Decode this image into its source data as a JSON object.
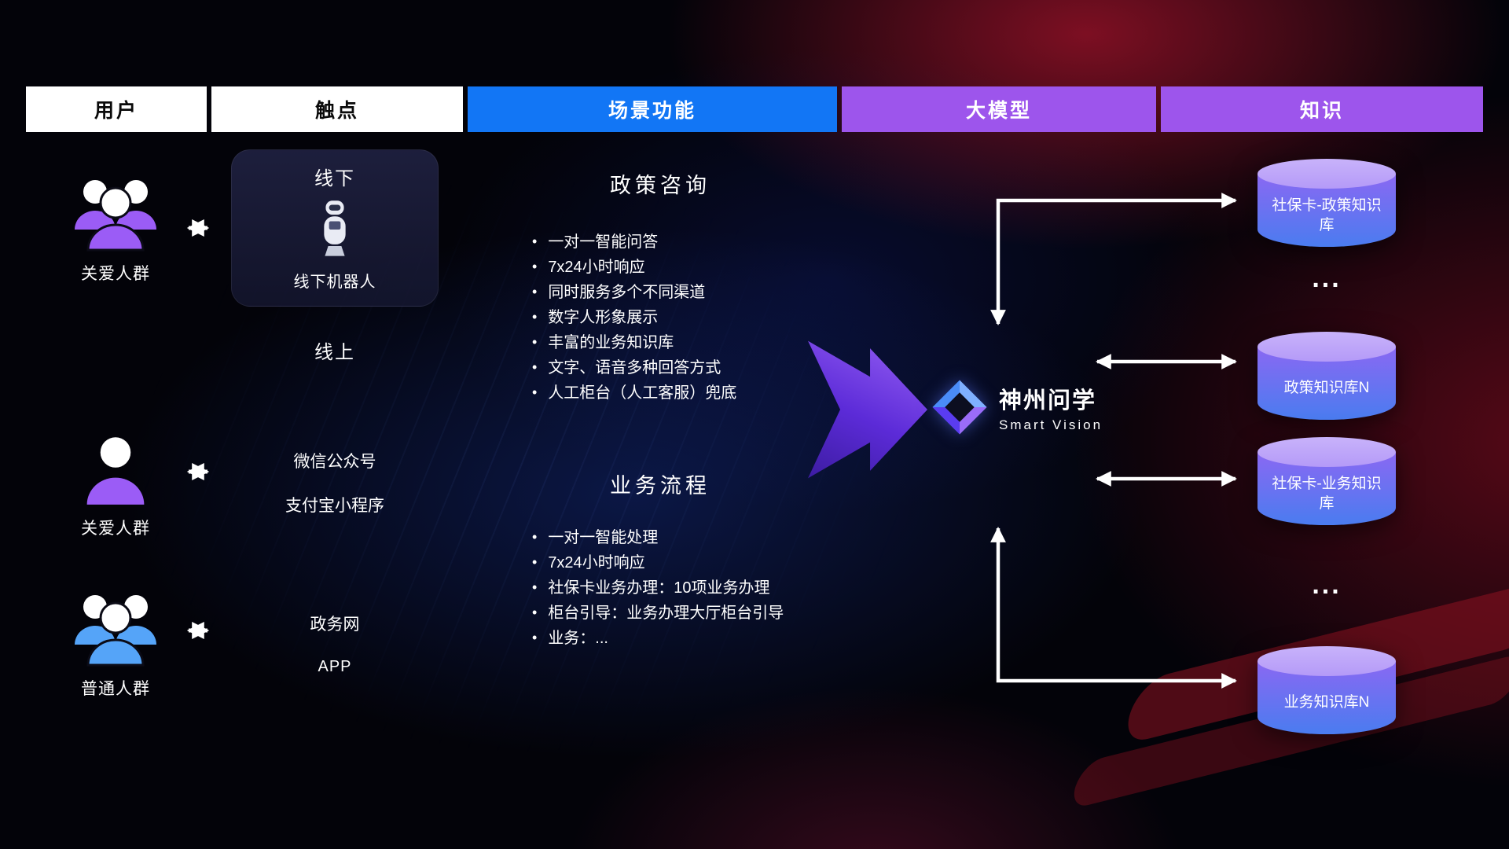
{
  "colors": {
    "header-blue": "#1276f5",
    "header-purple": "#9d55ec",
    "user-purple": "#9b5cf6",
    "user-blue": "#55a4f8",
    "arrow-purple": "#5c2bd8",
    "db-top": "#b49af8",
    "db-mid": "#8a68f2",
    "db-bottom": "#4a7cf0"
  },
  "header": {
    "users": "用户",
    "touchpoints": "触点",
    "functions": "场景功能",
    "model": "大模型",
    "knowledge": "知识"
  },
  "users": [
    {
      "label": "关爱人群"
    },
    {
      "label": "关爱人群"
    },
    {
      "label": "普通人群"
    }
  ],
  "touchpoints": {
    "offline_title": "线下",
    "offline_robot": "线下机器人",
    "online_title": "线上",
    "items": [
      "微信公众号",
      "支付宝小程序",
      "政务网",
      "APP"
    ]
  },
  "functions": {
    "policy_title": "政策咨询",
    "policy_items": [
      "一对一智能问答",
      "7x24小时响应",
      "同时服务多个不同渠道",
      "数字人形象展示",
      "丰富的业务知识库",
      "文字、语音多种回答方式",
      "人工柜台（人工客服）兜底"
    ],
    "process_title": "业务流程",
    "process_items": [
      "一对一智能处理",
      "7x24小时响应",
      "社保卡业务办理：10项业务办理",
      "柜台引导：业务办理大厅柜台引导",
      "业务：..."
    ]
  },
  "model": {
    "brand": "神州问学",
    "subtitle": "Smart Vision"
  },
  "knowledge": {
    "db1": "社保卡-政策知识库",
    "ellipsis1": "...",
    "db2": "政策知识库N",
    "db3": "社保卡-业务知识库",
    "ellipsis2": "...",
    "db4": "业务知识库N"
  }
}
